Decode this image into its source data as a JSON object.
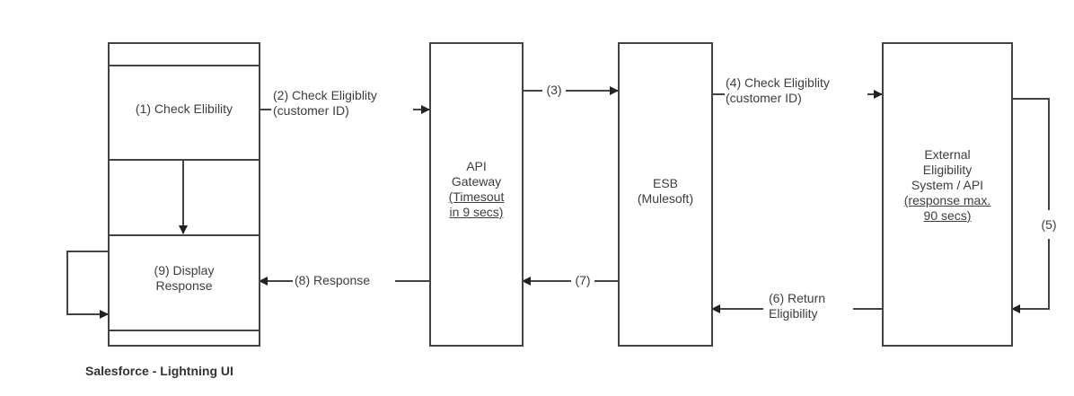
{
  "diagram": {
    "caption": "Salesforce - Lightning UI",
    "nodes": {
      "salesforce": {
        "check": "(1) Check Elibility",
        "display_line1": "(9) Display",
        "display_line2": "Response"
      },
      "gateway": {
        "line1": "API",
        "line2": "Gateway",
        "note_line1": "(Timesout",
        "note_line2": "in 9 secs)"
      },
      "esb": {
        "line1": "ESB",
        "line2": "(Mulesoft)"
      },
      "external": {
        "line1": "External",
        "line2": "Eligibility",
        "line3": "System / API",
        "note_line1": "(response max.",
        "note_line2": "90 secs)"
      }
    },
    "edges": {
      "e2_line1": "(2) Check Eligiblity",
      "e2_line2": "(customer ID)",
      "e3": "(3)",
      "e4_line1": "(4) Check Eligiblity",
      "e4_line2": "(customer ID)",
      "e5": "(5)",
      "e6_line1": "(6) Return",
      "e6_line2": "Eligibility",
      "e7": "(7)",
      "e8": "(8) Response"
    },
    "colors": {
      "stroke": "#444444",
      "text": "#3d3d3d",
      "background": "#ffffff"
    }
  }
}
